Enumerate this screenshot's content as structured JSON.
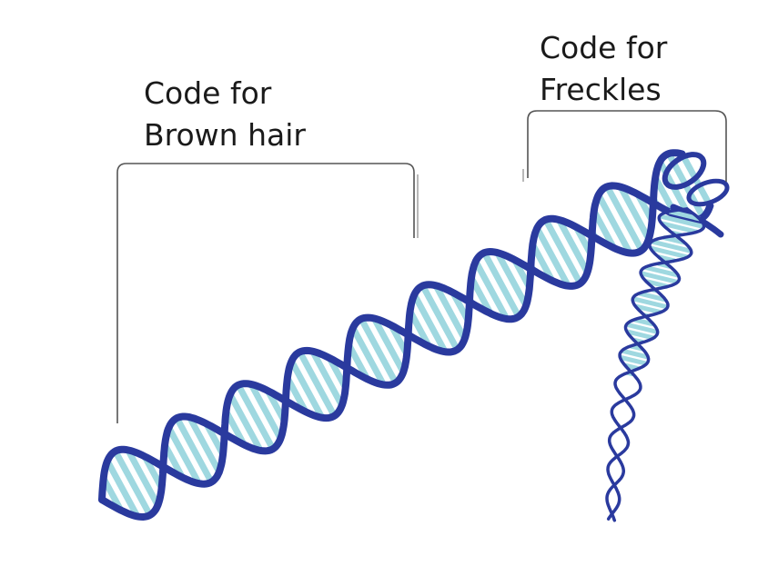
{
  "labels": {
    "brown_hair_line1": "Code for",
    "brown_hair_line2": "Brown hair",
    "freckles_line1": "Code for",
    "freckles_line2": "Freckles"
  },
  "colors": {
    "backbone": "#2a3a9e",
    "base_pairs": "#9fd8e0",
    "bracket": "#555555",
    "background": "#ffffff"
  }
}
